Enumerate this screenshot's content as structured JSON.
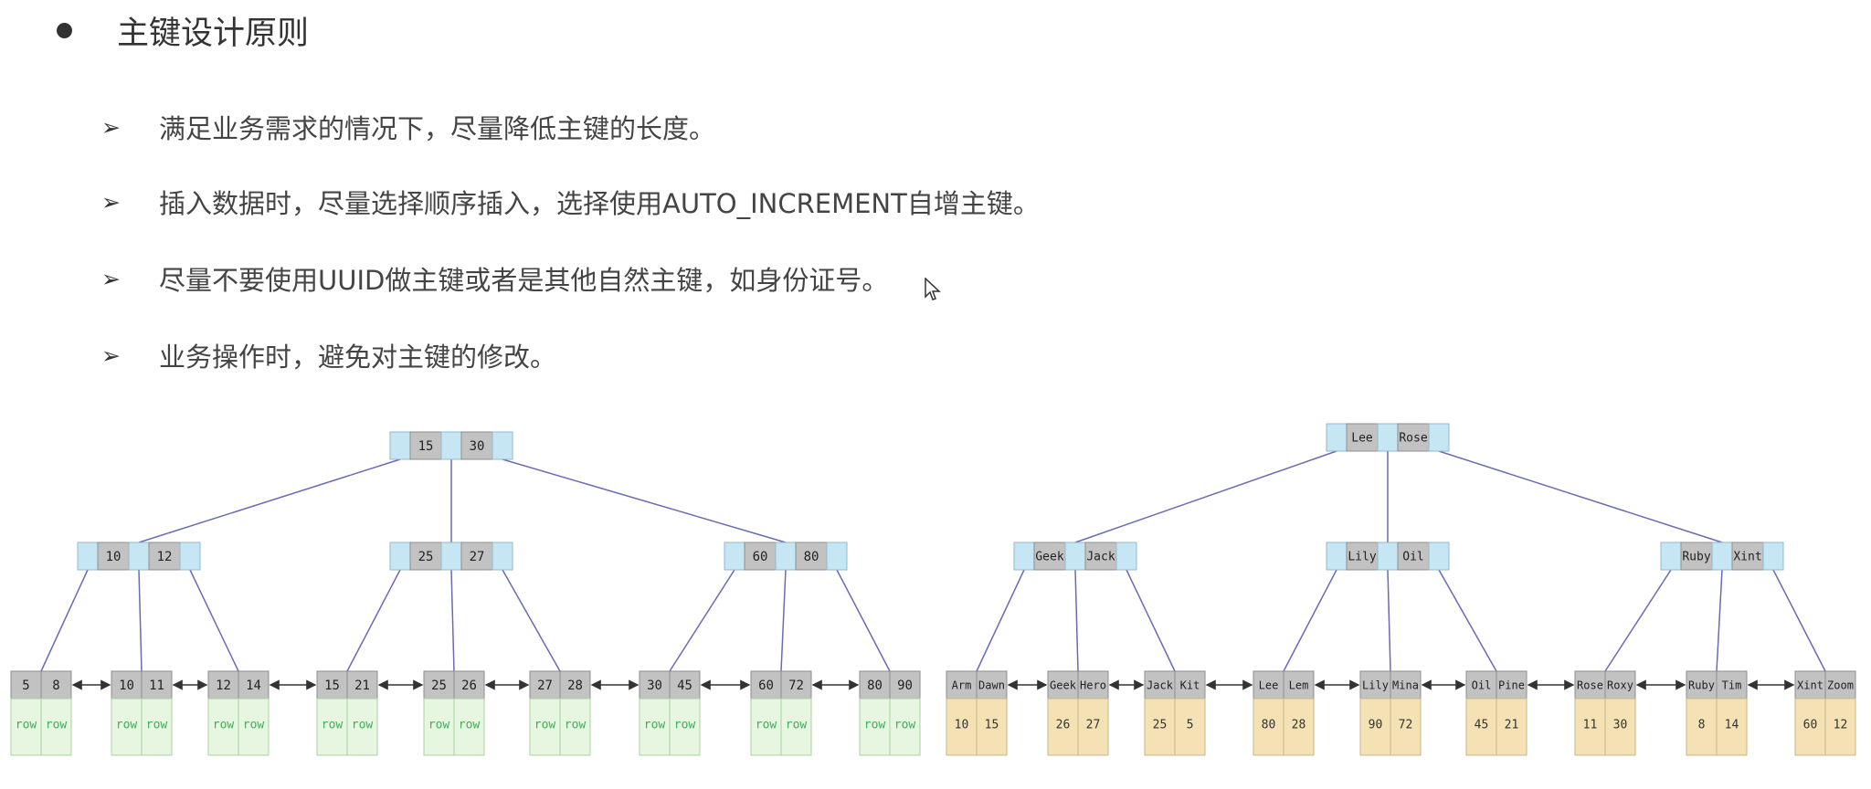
{
  "heading": {
    "bullet_icon": "solid-circle-bullet",
    "text": "主键设计原则"
  },
  "points": [
    {
      "icon": "arrowhead-bullet",
      "text": "满足业务需求的情况下，尽量降低主键的长度。"
    },
    {
      "icon": "arrowhead-bullet",
      "text": "插入数据时，尽量选择顺序插入，选择使用AUTO_INCREMENT自增主键。"
    },
    {
      "icon": "arrowhead-bullet",
      "text": "尽量不要使用UUID做主键或者是其他自然主键，如身份证号。"
    },
    {
      "icon": "arrowhead-bullet",
      "text": "业务操作时，避免对主键的修改。"
    }
  ],
  "numeric_tree": {
    "root": [
      "15",
      "30"
    ],
    "internal": [
      [
        "10",
        "12"
      ],
      [
        "25",
        "27"
      ],
      [
        "60",
        "80"
      ]
    ],
    "leaves": [
      {
        "keys": [
          "5",
          "8"
        ],
        "values": [
          "row",
          "row"
        ]
      },
      {
        "keys": [
          "10",
          "11"
        ],
        "values": [
          "row",
          "row"
        ]
      },
      {
        "keys": [
          "12",
          "14"
        ],
        "values": [
          "row",
          "row"
        ]
      },
      {
        "keys": [
          "15",
          "21"
        ],
        "values": [
          "row",
          "row"
        ]
      },
      {
        "keys": [
          "25",
          "26"
        ],
        "values": [
          "row",
          "row"
        ]
      },
      {
        "keys": [
          "27",
          "28"
        ],
        "values": [
          "row",
          "row"
        ]
      },
      {
        "keys": [
          "30",
          "45"
        ],
        "values": [
          "row",
          "row"
        ]
      },
      {
        "keys": [
          "60",
          "72"
        ],
        "values": [
          "row",
          "row"
        ]
      },
      {
        "keys": [
          "80",
          "90"
        ],
        "values": [
          "row",
          "row"
        ]
      }
    ]
  },
  "string_tree": {
    "root": [
      "Lee",
      "Rose"
    ],
    "internal": [
      [
        "Geek",
        "Jack"
      ],
      [
        "Lily",
        "Oil"
      ],
      [
        "Ruby",
        "Xint"
      ]
    ],
    "leaves": [
      {
        "keys": [
          "Arm",
          "Dawn"
        ],
        "values": [
          "10",
          "15"
        ]
      },
      {
        "keys": [
          "Geek",
          "Hero"
        ],
        "values": [
          "26",
          "27"
        ]
      },
      {
        "keys": [
          "Jack",
          "Kit"
        ],
        "values": [
          "25",
          "5"
        ]
      },
      {
        "keys": [
          "Lee",
          "Lem"
        ],
        "values": [
          "80",
          "28"
        ]
      },
      {
        "keys": [
          "Lily",
          "Mina"
        ],
        "values": [
          "90",
          "72"
        ]
      },
      {
        "keys": [
          "Oil",
          "Pine"
        ],
        "values": [
          "45",
          "21"
        ]
      },
      {
        "keys": [
          "Rose",
          "Roxy"
        ],
        "values": [
          "11",
          "30"
        ]
      },
      {
        "keys": [
          "Ruby",
          "Tim"
        ],
        "values": [
          "8",
          "14"
        ]
      },
      {
        "keys": [
          "Xint",
          "Zoom"
        ],
        "values": [
          "60",
          "12"
        ]
      }
    ]
  },
  "colors": {
    "pointer_cell": "#c6e6f3",
    "pointer_border": "#8fb9cf",
    "key_cell": "#c2c2c2",
    "key_border": "#8e8e8e",
    "row_cell": "#e6f6e1",
    "row_border": "#a8d0a0",
    "row_text": "#3fae57",
    "value_cell": "#f5e2b4",
    "value_border": "#c8b687",
    "edge": "#6a6ab5"
  }
}
